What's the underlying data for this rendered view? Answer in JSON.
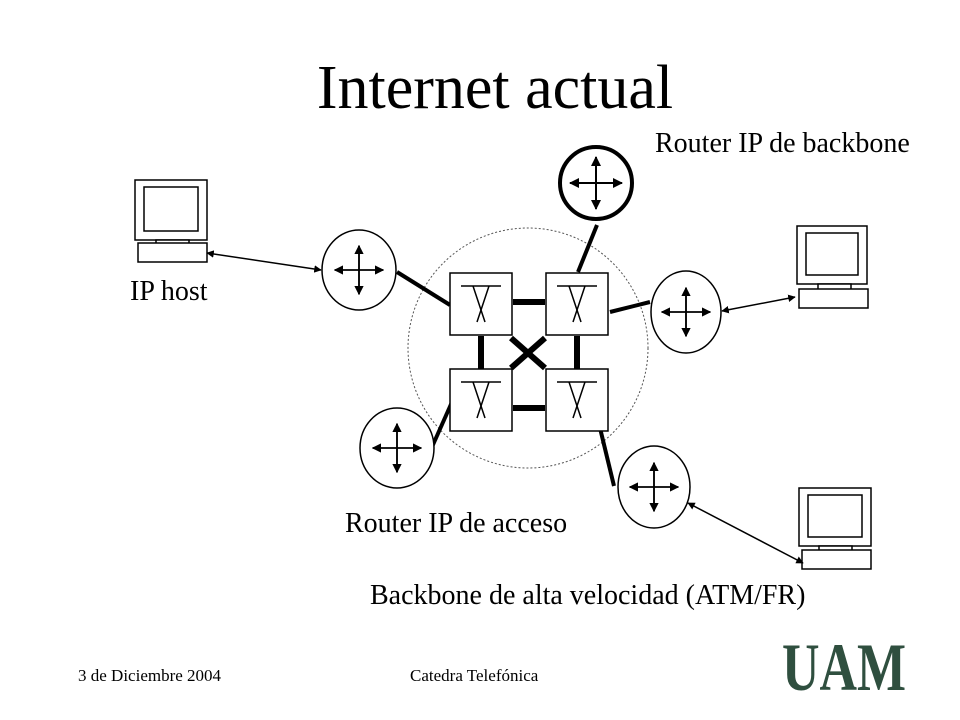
{
  "slide": {
    "title": "Internet actual",
    "labels": {
      "backbone_router": "Router IP de backbone",
      "ip_host": "IP host",
      "access_router": "Router IP de acceso",
      "backbone": "Backbone de alta velocidad (ATM/FR)"
    },
    "footer": {
      "date": "3 de Diciembre 2004",
      "center": "Catedra Telefónica"
    },
    "logo": {
      "text": "UAM",
      "color": "#2f4f3f"
    }
  }
}
